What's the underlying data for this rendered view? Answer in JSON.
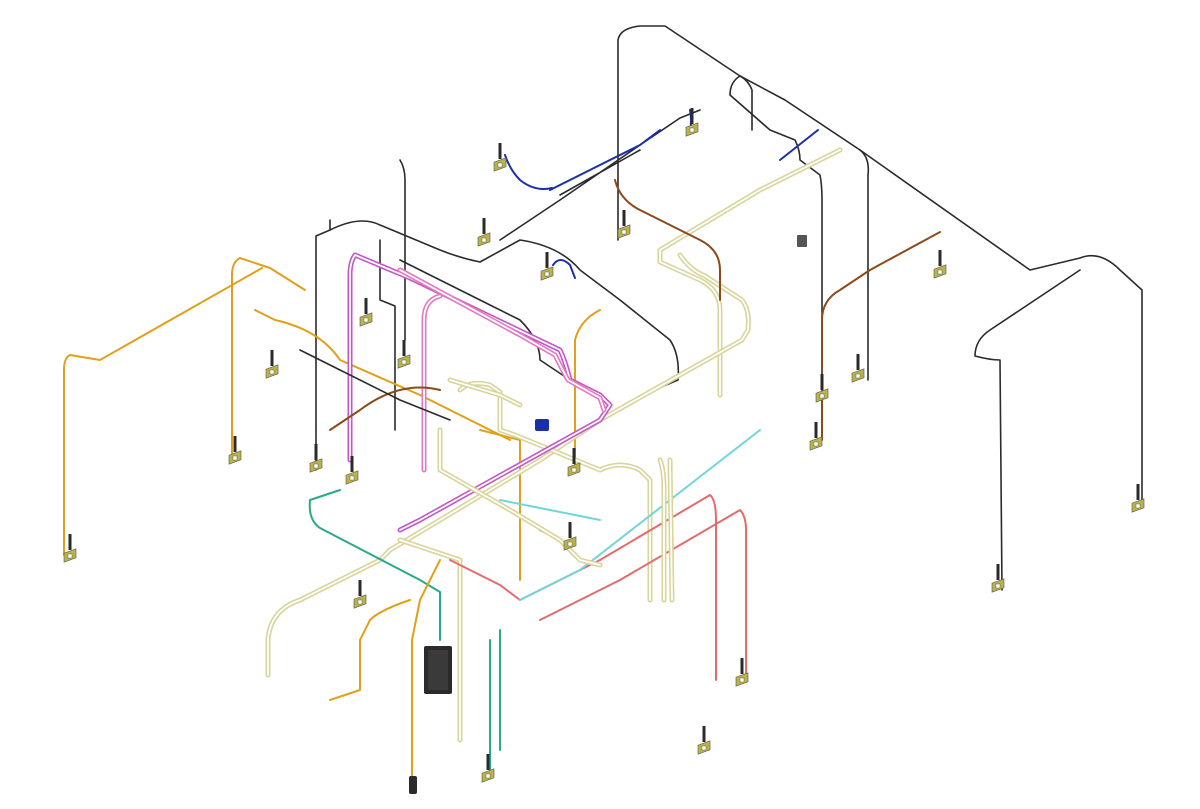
{
  "diagram": {
    "kind": "isometric wiring harness drawing",
    "colors": {
      "black": "#2b2b2b",
      "orange": "#e0a01a",
      "tan": "#d8d49a",
      "magenta": "#c456c8",
      "pink": "#e279c0",
      "red": "#e36b6b",
      "cyan": "#6fd6dc",
      "teal": "#2aa88c",
      "blue": "#1a2fb0",
      "brown": "#8b4a1a",
      "connector": "#b9b34a",
      "label_bg": "#ffffff"
    },
    "wires": [
      {
        "id": "w1",
        "color": "black"
      },
      {
        "id": "w2",
        "color": "black"
      },
      {
        "id": "w3",
        "color": "black"
      },
      {
        "id": "w4",
        "color": "black"
      },
      {
        "id": "w5",
        "color": "black"
      },
      {
        "id": "w6",
        "color": "black"
      },
      {
        "id": "w7",
        "color": "black"
      },
      {
        "id": "w8",
        "color": "black"
      },
      {
        "id": "w9",
        "color": "black"
      },
      {
        "id": "w10",
        "color": "orange"
      },
      {
        "id": "w11",
        "color": "orange"
      },
      {
        "id": "w12",
        "color": "orange"
      },
      {
        "id": "w13",
        "color": "tan"
      },
      {
        "id": "w14",
        "color": "tan"
      },
      {
        "id": "w15",
        "color": "tan"
      },
      {
        "id": "w16",
        "color": "tan"
      },
      {
        "id": "w17",
        "color": "magenta"
      },
      {
        "id": "w18",
        "color": "pink"
      },
      {
        "id": "w19",
        "color": "red"
      },
      {
        "id": "w20",
        "color": "red"
      },
      {
        "id": "w21",
        "color": "cyan"
      },
      {
        "id": "w22",
        "color": "teal"
      },
      {
        "id": "w23",
        "color": "blue"
      },
      {
        "id": "w24",
        "color": "blue"
      },
      {
        "id": "w25",
        "color": "brown"
      },
      {
        "id": "w26",
        "color": "brown"
      },
      {
        "id": "w27",
        "color": "tan"
      },
      {
        "id": "w28",
        "color": "orange"
      },
      {
        "id": "w29",
        "color": "black"
      },
      {
        "id": "w30",
        "color": "tan"
      }
    ],
    "connectors": [
      {
        "id": "c1"
      },
      {
        "id": "c2"
      },
      {
        "id": "c3"
      },
      {
        "id": "c4"
      },
      {
        "id": "c5"
      },
      {
        "id": "c6"
      },
      {
        "id": "c7"
      },
      {
        "id": "c8"
      },
      {
        "id": "c9"
      },
      {
        "id": "c10"
      },
      {
        "id": "c11"
      },
      {
        "id": "c12"
      },
      {
        "id": "c13"
      },
      {
        "id": "c14"
      },
      {
        "id": "c15"
      },
      {
        "id": "c16"
      },
      {
        "id": "c17"
      },
      {
        "id": "c18"
      },
      {
        "id": "c19"
      },
      {
        "id": "c20"
      },
      {
        "id": "c21"
      },
      {
        "id": "c22"
      },
      {
        "id": "c23"
      },
      {
        "id": "c24"
      }
    ],
    "labels": []
  }
}
